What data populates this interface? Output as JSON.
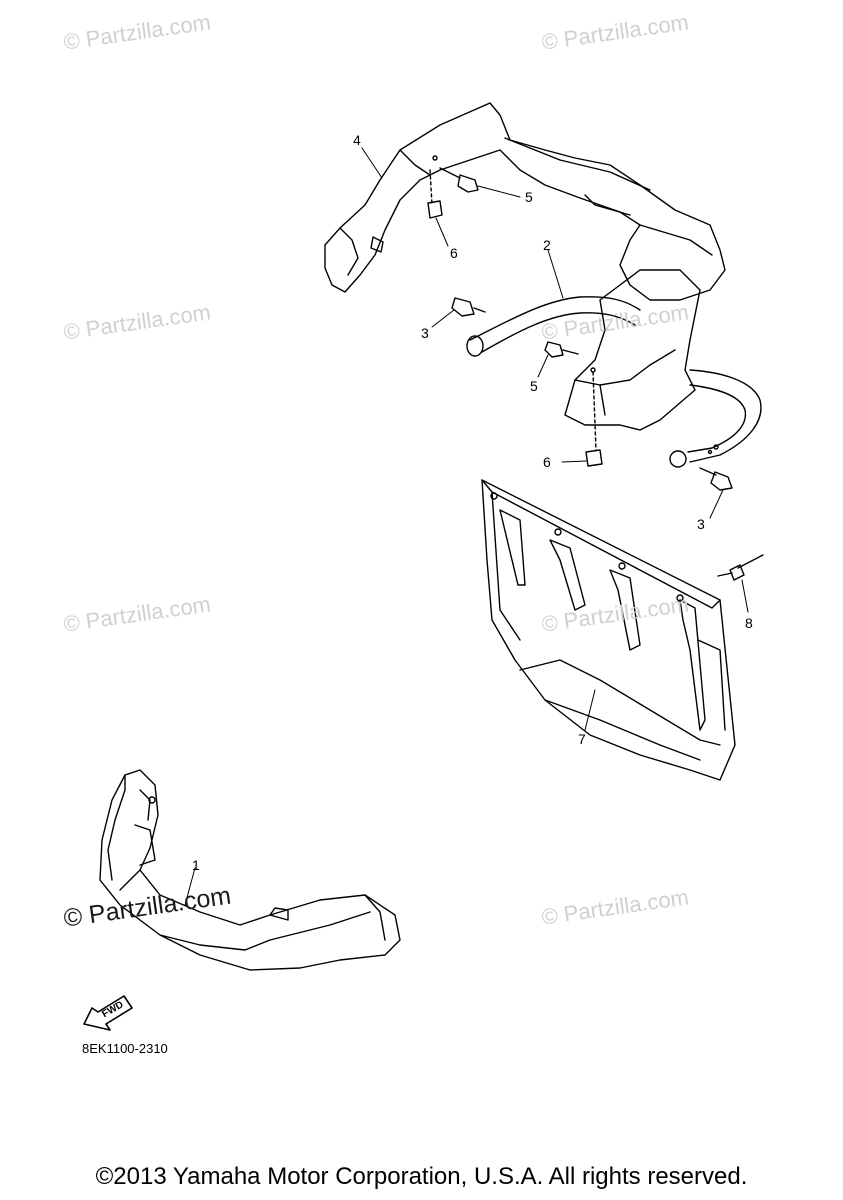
{
  "watermarks": [
    "© Partzilla.com",
    "© Partzilla.com",
    "© Partzilla.com",
    "© Partzilla.com",
    "© Partzilla.com",
    "© Partzilla.com",
    "© Partzilla.com",
    "© Partzilla.com"
  ],
  "callouts": {
    "c1": "1",
    "c2": "2",
    "c3a": "3",
    "c3b": "3",
    "c4": "4",
    "c5a": "5",
    "c5b": "5",
    "c6a": "6",
    "c6b": "6",
    "c7": "7",
    "c8": "8"
  },
  "fwd_label": "FWD",
  "diagram_code": "8EK1100-2310",
  "copyright": "©2013 Yamaha Motor Corporation, U.S.A. All rights reserved."
}
